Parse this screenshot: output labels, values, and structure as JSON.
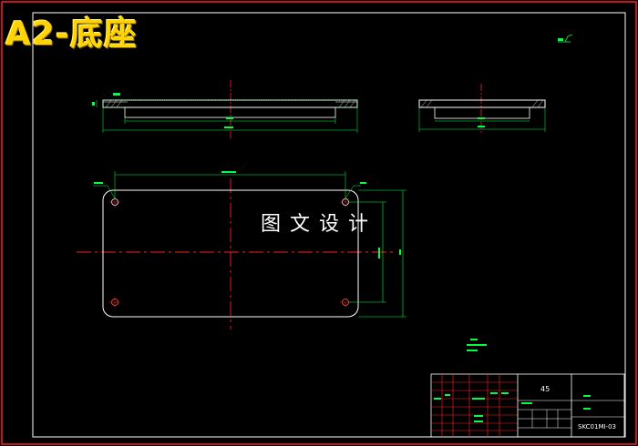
{
  "title": "A2-底座",
  "watermark": "图文设计",
  "title_block": {
    "material": "45",
    "drawing_number": "SKC01MI-03"
  },
  "colors": {
    "background": "#000000",
    "border": "#ff2020",
    "outline": "#ffffff",
    "dimension": "#00ff44",
    "centerline": "#ff2020",
    "title_block_grid": "#ff2020",
    "title_text": "#ffd400"
  }
}
